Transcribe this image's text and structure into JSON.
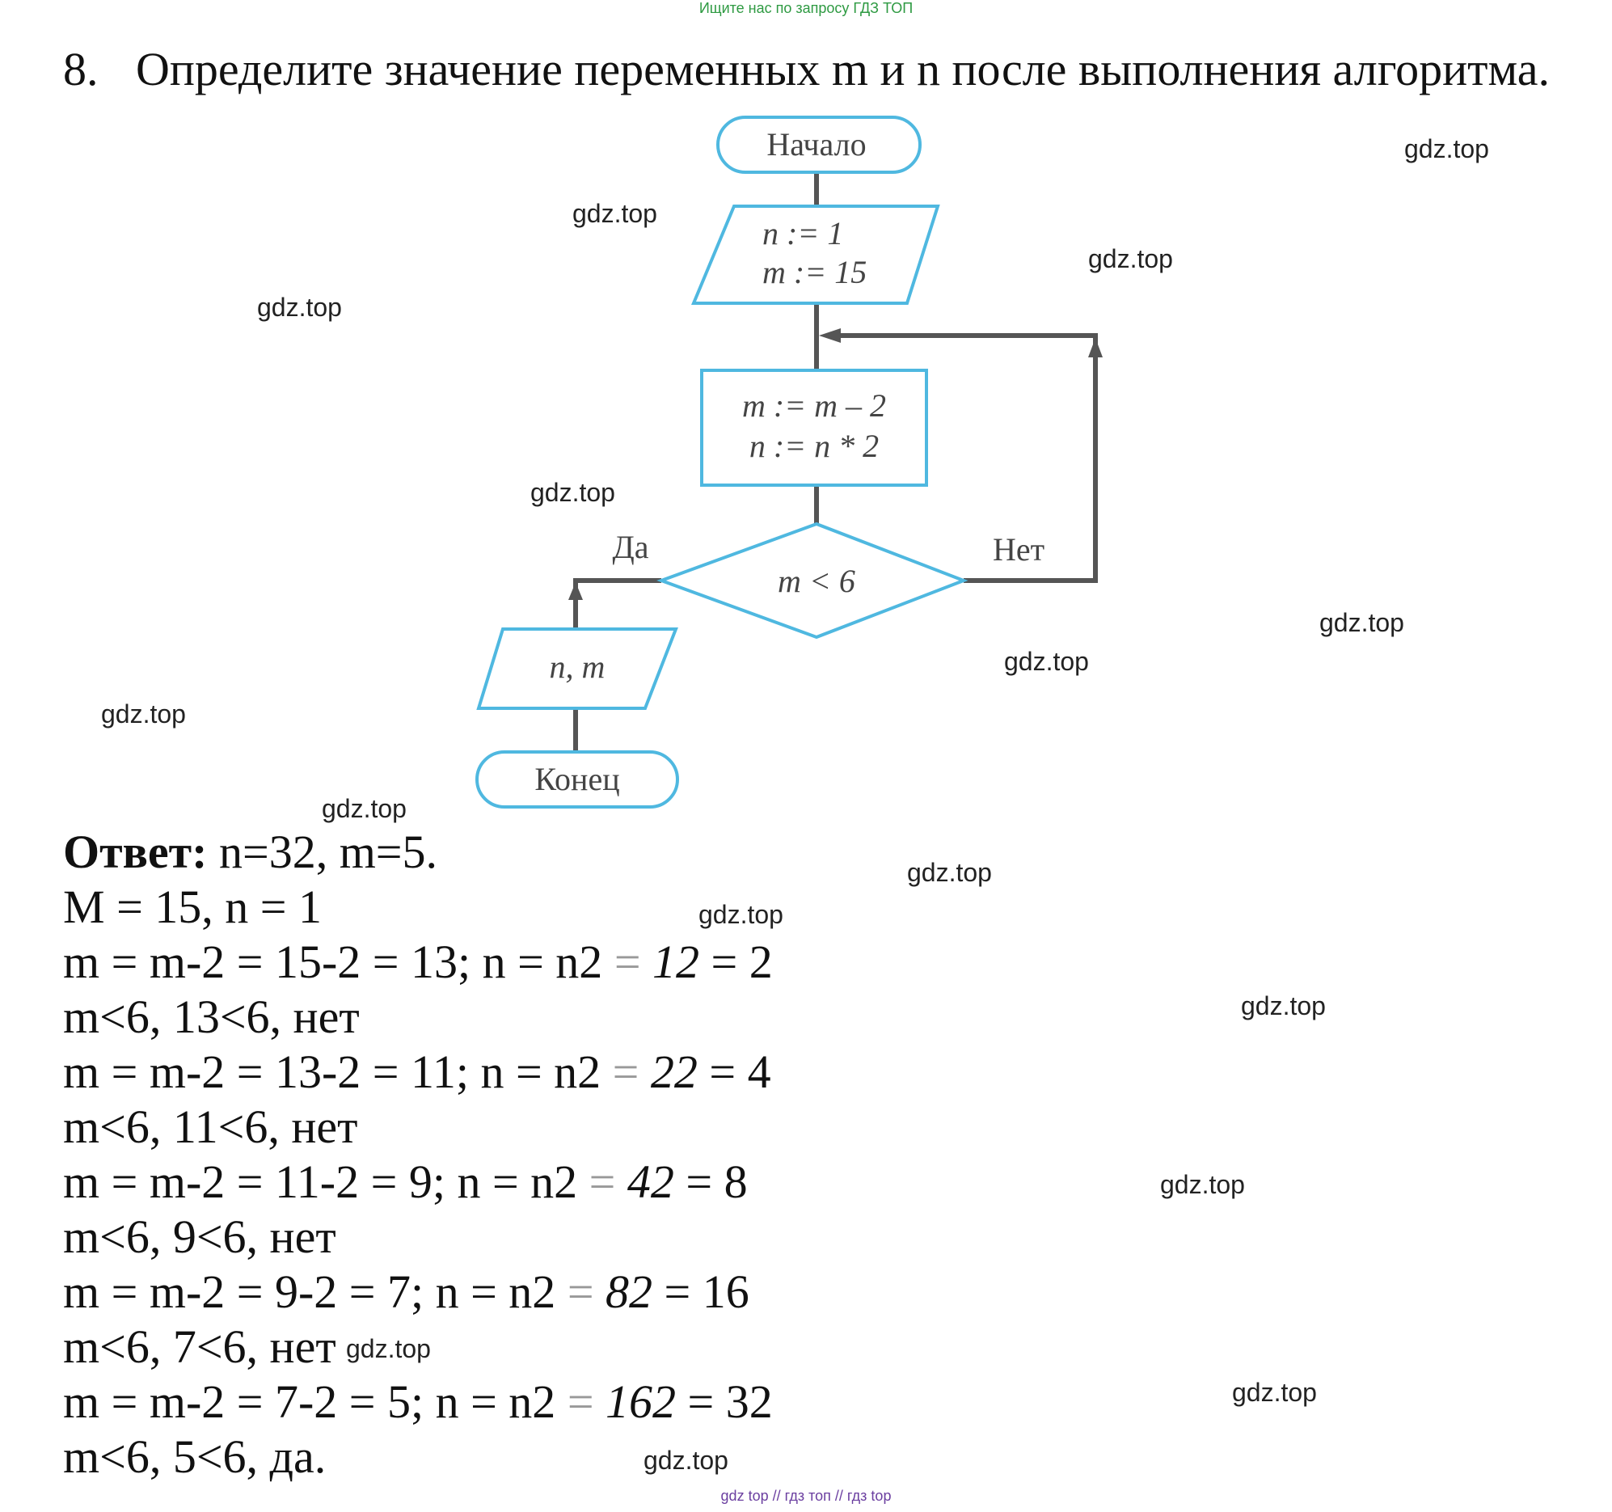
{
  "header": {
    "search_note": "Ищите нас по запросу ГДЗ ТОП"
  },
  "task": {
    "number": "8.",
    "text": "Определите значение переменных m и n после выполнения алгоритма."
  },
  "flowchart": {
    "start": "Начало",
    "init_n": "n := 1",
    "init_m": "m := 15",
    "proc_m": "m := m – 2",
    "proc_n": "n := n * 2",
    "condition": "m < 6",
    "yes": "Да",
    "no": "Нет",
    "output": "n, m",
    "end": "Конец",
    "stroke_color": "#4fb8e0"
  },
  "watermark": "gdz.top",
  "solution": {
    "answer_label": "Ответ:",
    "answer_value": " n=32, m=5.",
    "init_line": "M = 15, n = 1",
    "steps": [
      {
        "calc": "m = m-2 = 15-2 = 13; n = n2",
        "eq": "=",
        "mid": "12",
        "res": "= 2",
        "check": "m<6, 13<6, нет"
      },
      {
        "calc": "m = m-2 = 13-2 = 11; n = n2",
        "eq": "=",
        "mid": "22",
        "res": "= 4",
        "check": "m<6, 11<6, нет"
      },
      {
        "calc": "m = m-2 = 11-2 = 9; n = n2",
        "eq": "=",
        "mid": "42",
        "res": "= 8",
        "check": "m<6, 9<6, нет"
      },
      {
        "calc": "m = m-2 = 9-2 = 7; n = n2",
        "eq": "=",
        "mid": "82",
        "res": "= 16",
        "check": "m<6, 7<6, нет"
      },
      {
        "calc": "m = m-2 = 7-2 = 5; n = n2",
        "eq": "=",
        "mid": "162",
        "res": "= 32",
        "check": "m<6, 5<6, да."
      }
    ]
  },
  "footer": {
    "links": "gdz top // гдз топ // гдз top"
  }
}
